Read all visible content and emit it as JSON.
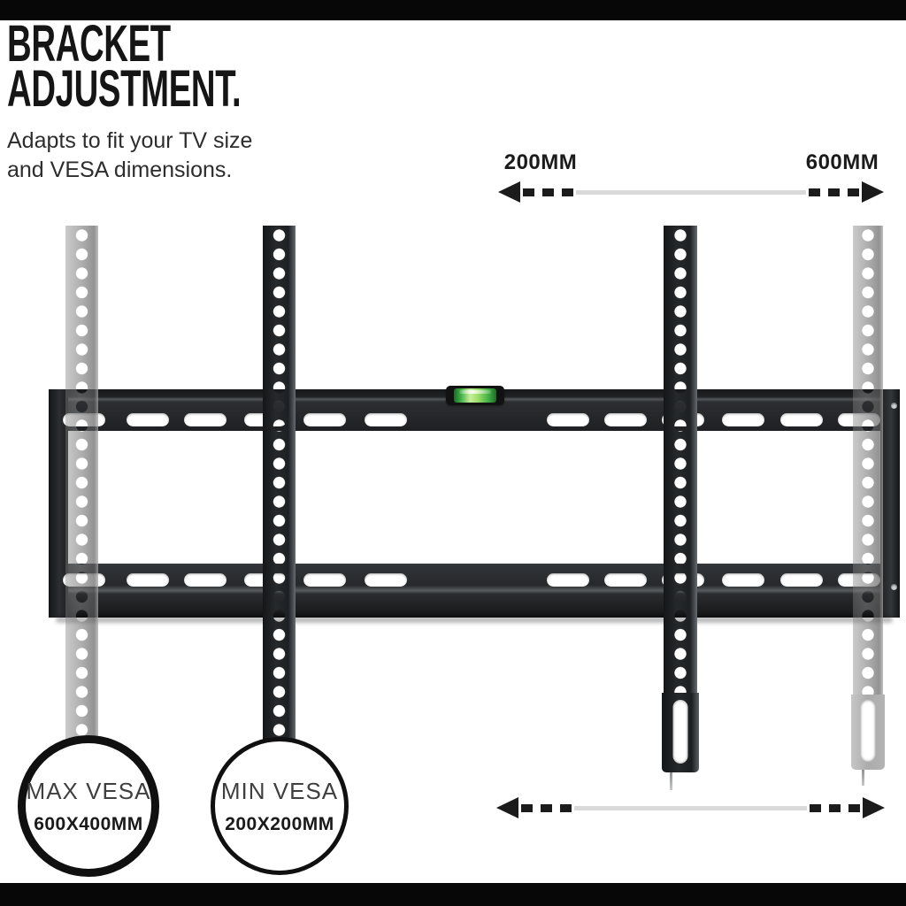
{
  "header": {
    "title_line1": "BRACKET",
    "title_line2": "ADJUSTMENT.",
    "subtitle_line1": "Adapts to fit your TV size",
    "subtitle_line2": "and VESA dimensions."
  },
  "dimension_labels": {
    "min": "200MM",
    "max": "600MM"
  },
  "badges": [
    {
      "title": "MAX VESA",
      "value": "600X400MM"
    },
    {
      "title": "MIN VESA",
      "value": "200X200MM"
    }
  ],
  "icons": {
    "top_range_arrow": "double-headed-dashed-arrow",
    "bottom_range_arrow": "double-headed-dashed-arrow",
    "spirit_level": "bubble-level"
  },
  "colors": {
    "bar_black": "#070707",
    "title_text": "#151515",
    "subtitle_text": "#2d2d2d",
    "label_text": "#1b1b1b",
    "arrow_black": "#1b1b1b",
    "range_line_gray": "#d9d9d9",
    "plate_black": "#26282b",
    "slot_white": "#ffffff",
    "level_green": "#3fae44",
    "level_bubble_green": "#c6f09c",
    "badge_border_black": "#101010",
    "badge_title_text": "#3f3f3f",
    "badge_value_text": "#1a1a1a"
  }
}
